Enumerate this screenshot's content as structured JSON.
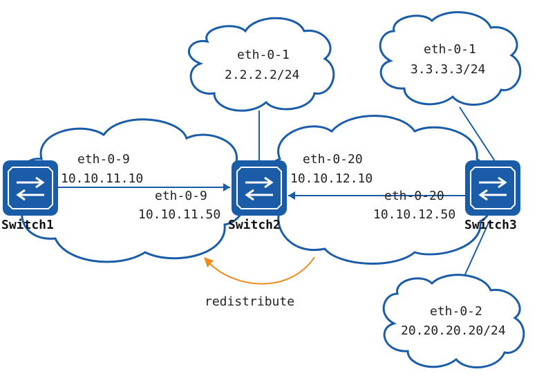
{
  "colors": {
    "cloud_stroke": "#1a5ca8",
    "switch_fill": "#1a5ca8",
    "redistribute_arrow": "#ee8a1e"
  },
  "switches": {
    "switch1": {
      "name": "Switch1"
    },
    "switch2": {
      "name": "Switch2"
    },
    "switch3": {
      "name": "Switch3"
    }
  },
  "networks": {
    "net_left": {
      "sw1_if": "eth-0-9",
      "sw1_ip": "10.10.11.10",
      "sw2_if": "eth-0-9",
      "sw2_ip": "10.10.11.50"
    },
    "net_mid": {
      "sw2_if": "eth-0-20",
      "sw2_ip": "10.10.12.10",
      "sw3_if": "eth-0-20",
      "sw3_ip": "10.10.12.50"
    },
    "loop_sw2": {
      "if": "eth-0-1",
      "ip": "2.2.2.2/24"
    },
    "loop_sw3_top": {
      "if": "eth-0-1",
      "ip": "3.3.3.3/24"
    },
    "loop_sw3_bottom": {
      "if": "eth-0-2",
      "ip": "20.20.20.20/24"
    }
  },
  "redistribute_label": "redistribute",
  "icons": [
    "switch-icon",
    "redistribute-arrow-icon"
  ]
}
